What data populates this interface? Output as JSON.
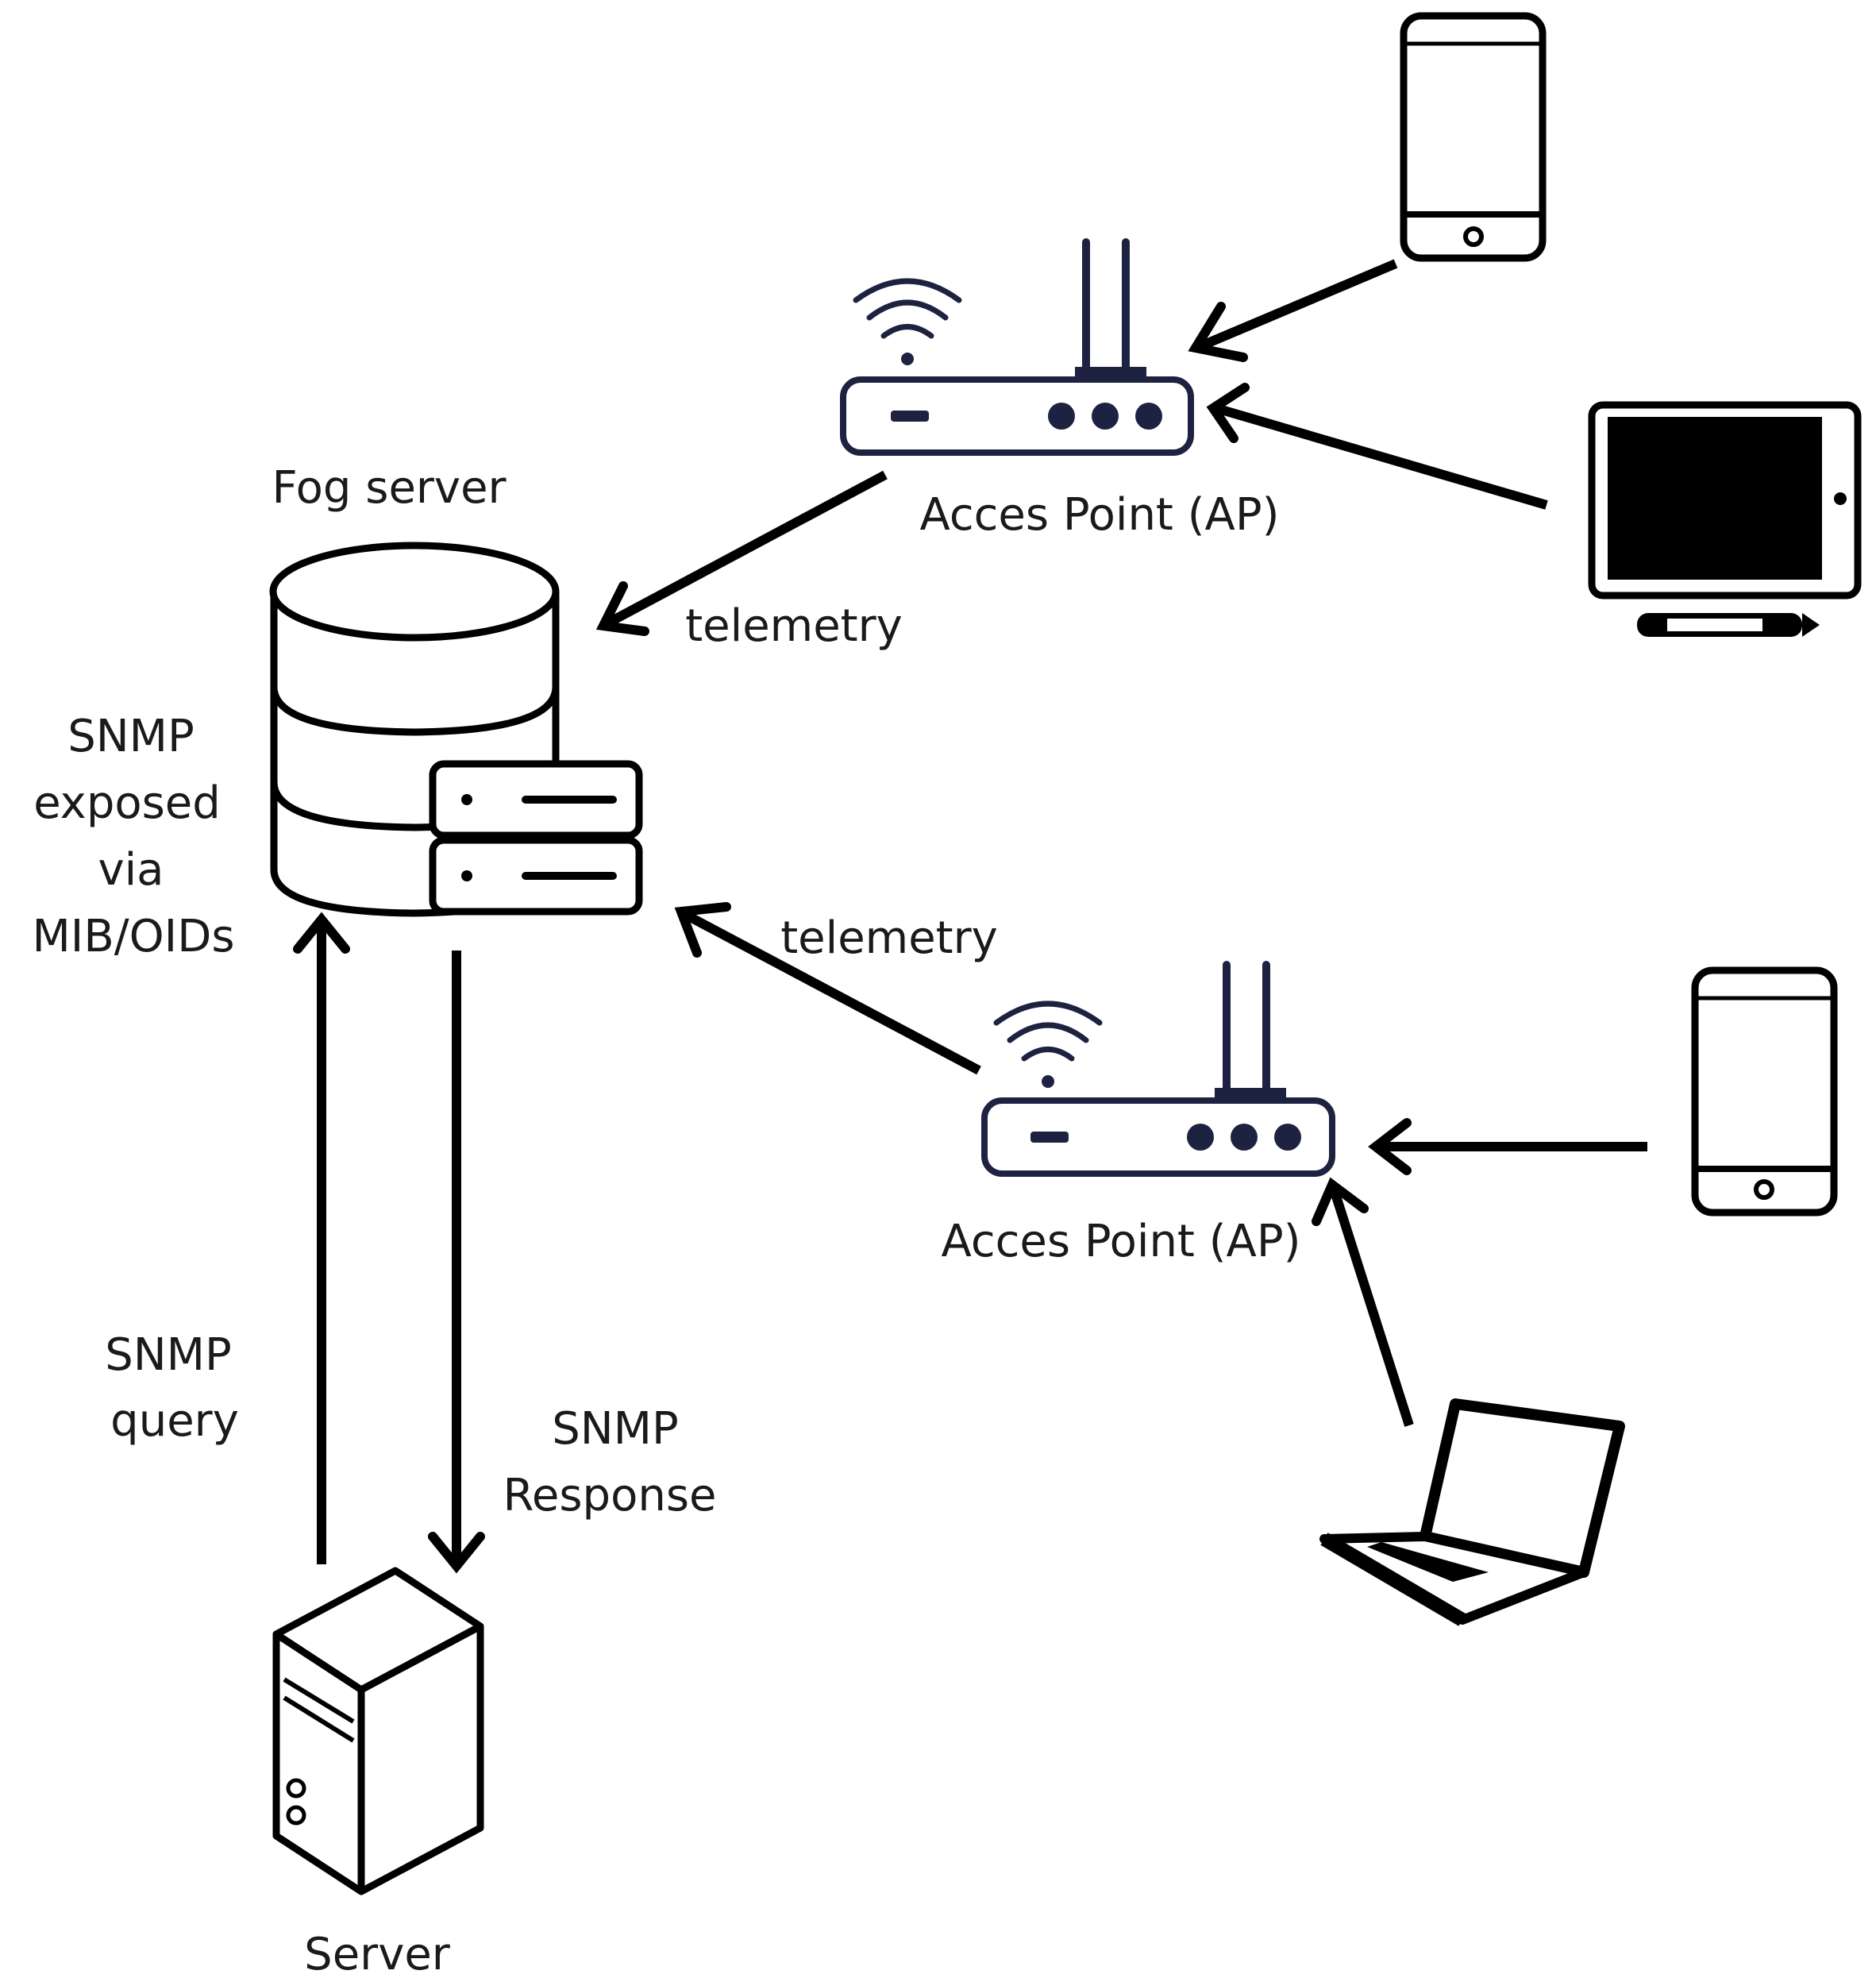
{
  "labels": {
    "fog_server": "Fog server",
    "ap_top": "Acces Point (AP)",
    "ap_bottom": "Acces Point (AP)",
    "telemetry_top": "telemetry",
    "telemetry_bottom": "telemetry",
    "snmp_exposed": [
      "SNMP",
      "exposed",
      "via",
      "MIB/OIDs"
    ],
    "snmp_query": [
      "SNMP",
      "query"
    ],
    "snmp_response": [
      "SNMP",
      "Response"
    ],
    "server": "Server"
  },
  "colors": {
    "line": "#000000",
    "access_point": "#1c2240",
    "background": "#ffffff"
  },
  "icons": [
    "database-server-icon",
    "router-icon",
    "smartphone-icon",
    "tablet-icon",
    "laptop-icon",
    "tower-server-icon"
  ]
}
